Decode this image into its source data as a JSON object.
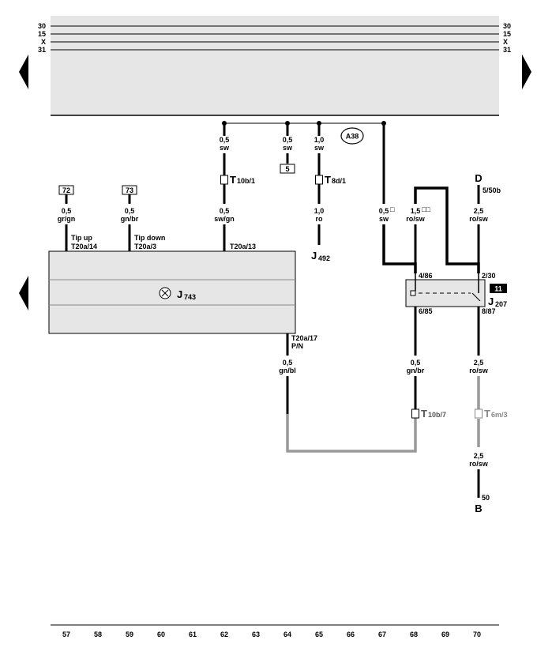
{
  "bus_lines": [
    {
      "id": "30",
      "left": "30",
      "right": "30"
    },
    {
      "id": "15",
      "left": "15",
      "right": "15"
    },
    {
      "id": "X",
      "left": "X",
      "right": "X"
    },
    {
      "id": "31",
      "left": "31",
      "right": "31"
    }
  ],
  "wires": {
    "w62": {
      "size": "0,5",
      "color": "sw"
    },
    "w64": {
      "size": "0,5",
      "color": "sw"
    },
    "w65": {
      "size": "1,0",
      "color": "sw"
    },
    "w57": {
      "size": "0,5",
      "color": "gr/gn"
    },
    "w59": {
      "size": "0,5",
      "color": "gn/br"
    },
    "w62b": {
      "size": "0,5",
      "color": "sw/gn"
    },
    "w65b": {
      "size": "1,0",
      "color": "ro"
    },
    "w67": {
      "size": "0,5",
      "color": "sw",
      "mark": "□"
    },
    "w68": {
      "size": "1,5",
      "color": "ro/sw",
      "mark": "□□"
    },
    "w70": {
      "size": "2,5",
      "color": "ro/sw"
    },
    "w64b": {
      "size": "0,5",
      "color": "gn/bl"
    },
    "w68b": {
      "size": "0,5",
      "color": "gn/br"
    },
    "w70b": {
      "size": "2,5",
      "color": "ro/sw"
    },
    "w70c": {
      "size": "2,5",
      "color": "ro/sw"
    }
  },
  "refs": {
    "r72": "72",
    "r73": "73",
    "r5": "5",
    "r11": "11"
  },
  "a38": "A38",
  "connectors": {
    "t10b1": {
      "main": "T",
      "sub": "10b/1"
    },
    "t8d1": {
      "main": "T",
      "sub": "8d/1"
    },
    "t10b7": {
      "main": "T",
      "sub": "10b/7"
    },
    "t6m3": {
      "main": "T",
      "sub": "6m/3"
    }
  },
  "components": {
    "j492": {
      "main": "J",
      "sub": "492"
    },
    "j743": {
      "main": "J",
      "sub": "743"
    },
    "j207": {
      "main": "J",
      "sub": "207"
    }
  },
  "pin_labels": {
    "tipup": "Tip up",
    "tipdown": "Tip down",
    "t20a14": "T20a/14",
    "t20a3": "T20a/3",
    "t20a13": "T20a/13",
    "t20a17": "T20a/17",
    "pn": "P/N",
    "p486": "4/86",
    "p230": "2/30",
    "p685": "6/85",
    "p887": "8/87",
    "p550b": "5/50b",
    "p50": "50"
  },
  "terminals": {
    "d": "D",
    "b": "B"
  },
  "grid_numbers": [
    "57",
    "58",
    "59",
    "60",
    "61",
    "62",
    "63",
    "64",
    "65",
    "66",
    "67",
    "68",
    "69",
    "70"
  ]
}
